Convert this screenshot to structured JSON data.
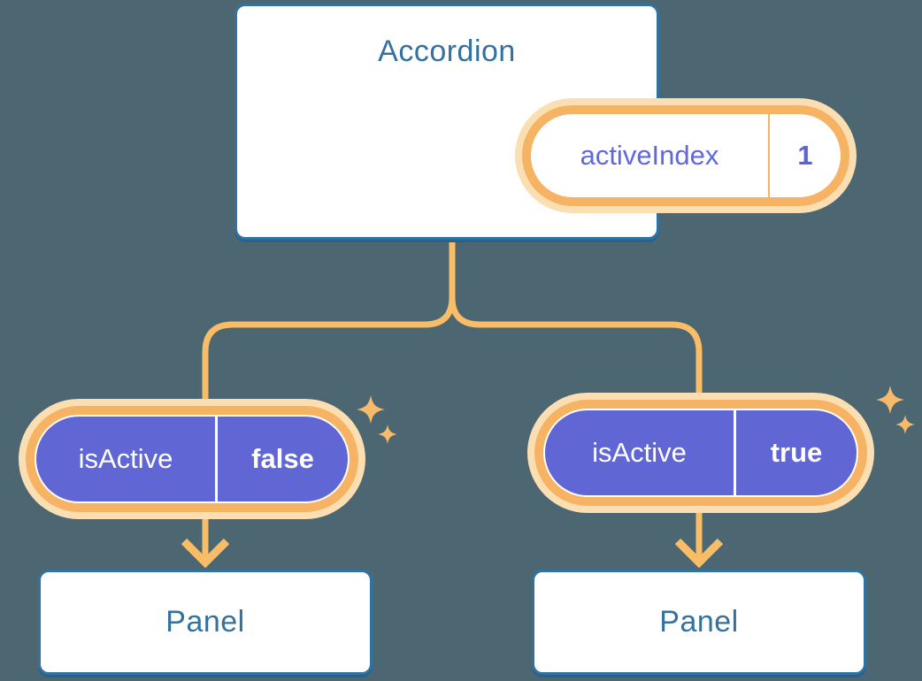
{
  "diagram": {
    "description": "Component tree showing state lifted up to a parent Accordion which passes isActive down to two Panels",
    "root": {
      "title": "Accordion",
      "state": {
        "name": "activeIndex",
        "value": "1"
      }
    },
    "children": [
      {
        "prop": {
          "name": "isActive",
          "value": "false"
        },
        "panel_title": "Panel"
      },
      {
        "prop": {
          "name": "isActive",
          "value": "true"
        },
        "panel_title": "Panel"
      }
    ],
    "icons": {
      "sparkle": "4-point star",
      "arrow": "downward chevron arrow"
    },
    "colors": {
      "background": "#4C6771",
      "card_border_blue": "#3173A0",
      "heading_blue": "#35719F",
      "accent_orange": "#F6B364",
      "accent_orange_glow": "#FBDFB2",
      "connector_orange": "#F8BD66",
      "state_purple": "#6066D4",
      "state_text_purple": "#6168DB",
      "value_text_purple": "#5A62D6"
    }
  }
}
